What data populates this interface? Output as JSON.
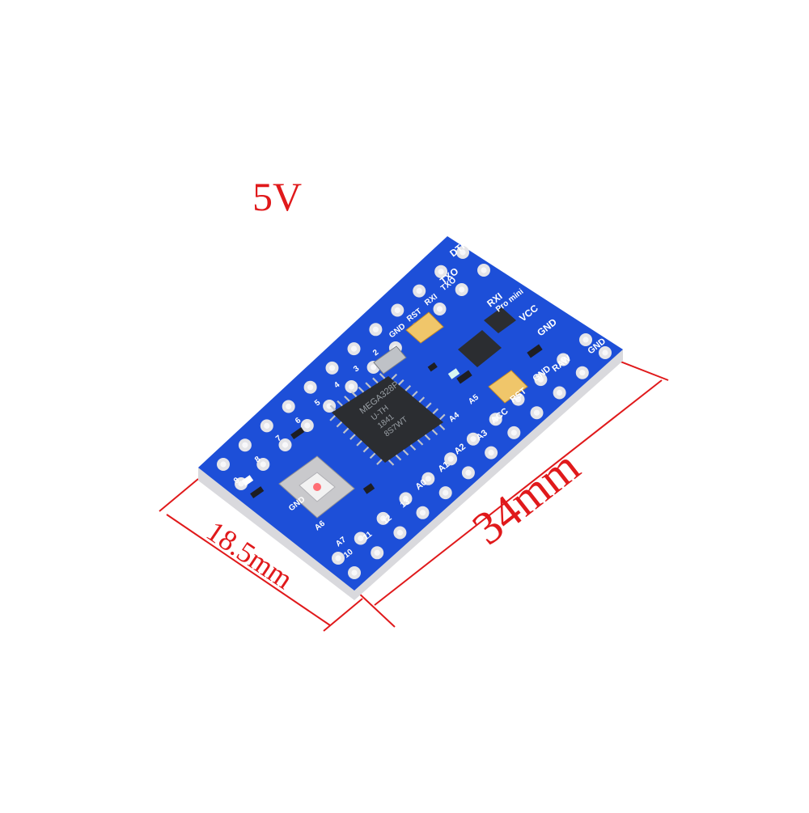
{
  "product": {
    "voltage_label": "5V",
    "dimension_width_label": "18.5mm",
    "dimension_length_label": "34mm",
    "annotation_color": "#e0191b",
    "board_color": "#1d4fd8",
    "board_edge_color": "#d9d9dd",
    "chip_color": "#2b2d31"
  },
  "board": {
    "top_row_labels": [
      "DTR",
      "TXO",
      "RXI",
      "VCC",
      "GND"
    ],
    "bottom_row_labels": [
      "A0",
      "A1",
      "A2",
      "A3",
      "ACC",
      "RST",
      "GND",
      "RAW"
    ],
    "inner_labels": [
      "GND",
      "RST",
      "RXI",
      "TXO",
      "GND",
      "2",
      "3",
      "4",
      "5",
      "6",
      "7",
      "8",
      "9",
      "A5",
      "A4",
      "10",
      "11",
      "12",
      "13",
      "A6",
      "A7",
      "GND"
    ],
    "chip_marking": [
      "MEGA328P",
      "U-TH",
      "1841",
      "8S7WT"
    ],
    "pro_mini_label": "Pro mini"
  }
}
